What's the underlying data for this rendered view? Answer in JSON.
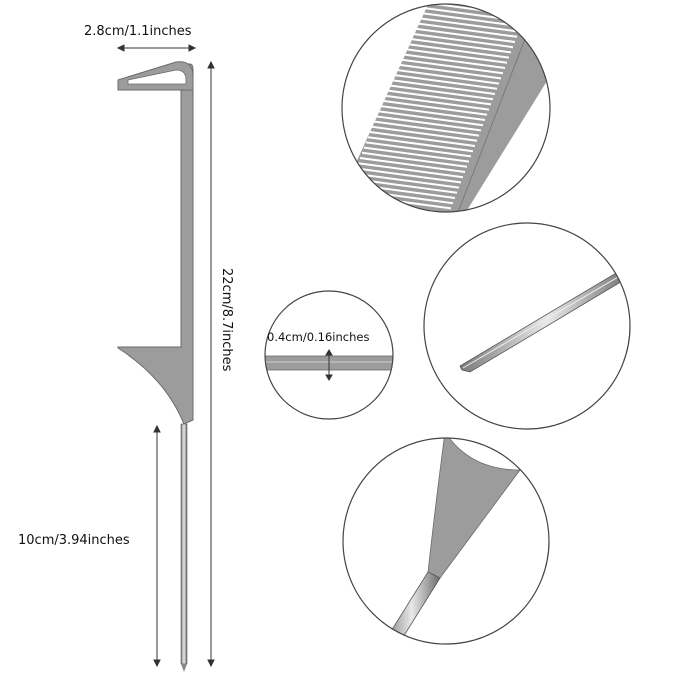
{
  "product": {
    "name": "rat tail comb",
    "color": "#9c9c9c",
    "outline_color": "#5a5a5a",
    "pin_color": "#b8b8b8"
  },
  "dimensions": {
    "width_label": "2.8cm/1.1inches",
    "length_label": "22cm/8.7inches",
    "tail_label": "10cm/3.94inches",
    "thickness_label": "0.4cm/0.16inches"
  },
  "detail_views": [
    "teeth-closeup",
    "tip-closeup",
    "thickness-closeup",
    "tail-joint-closeup"
  ]
}
